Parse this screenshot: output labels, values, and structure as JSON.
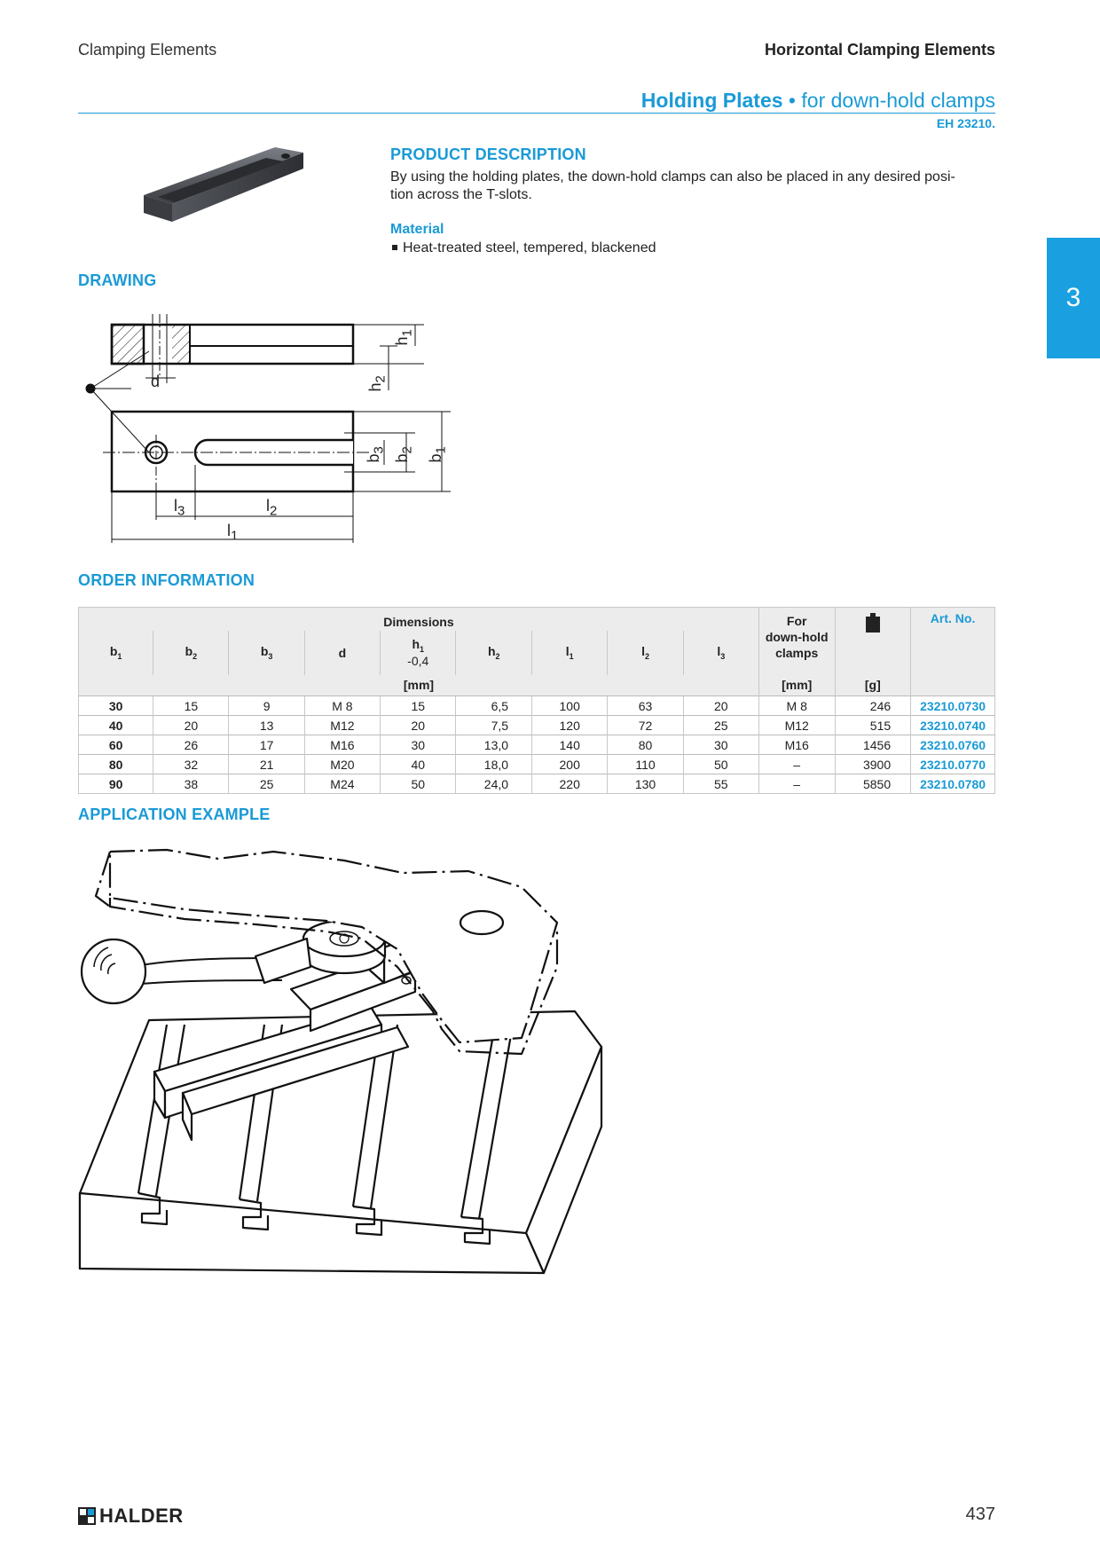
{
  "header": {
    "left": "Clamping Elements",
    "right": "Horizontal Clamping Elements"
  },
  "title": {
    "main": "Holding Plates",
    "bullet": " • ",
    "sub": "for down-hold clamps",
    "code": "EH 23210."
  },
  "tab_number": "3",
  "product_description": {
    "heading": "PRODUCT DESCRIPTION",
    "text_line1": "By using the holding plates, the down-hold clamps can also be placed in any desired posi-",
    "text_line2": "tion across the T-slots.",
    "material_heading": "Material",
    "material_item": "Heat-treated steel, tempered, blackened"
  },
  "drawing": {
    "heading": "DRAWING",
    "labels": {
      "h1": "h",
      "h2": "h",
      "d": "d",
      "b1": "b",
      "b2": "b",
      "b3": "b",
      "l1": "l",
      "l2": "l",
      "l3": "l"
    },
    "subs": {
      "one": "1",
      "two": "2",
      "three": "3"
    }
  },
  "order": {
    "heading": "ORDER INFORMATION",
    "group_header": "Dimensions",
    "columns": {
      "b1": "b",
      "b2": "b",
      "b3": "b",
      "d": "d",
      "h1": "h",
      "h1_tol": "-0,4",
      "h2": "h",
      "l1": "l",
      "l2": "l",
      "l3": "l",
      "for_line1": "For",
      "for_line2": "down-hold",
      "for_line3": "clamps",
      "art": "Art. No."
    },
    "subs": {
      "one": "1",
      "two": "2",
      "three": "3"
    },
    "units": {
      "dims": "[mm]",
      "for": "[mm]",
      "weight": "[g]"
    },
    "rows": [
      [
        "30",
        "15",
        "9",
        "M 8",
        "15",
        "6,5",
        "100",
        "63",
        "20",
        "M 8",
        "246",
        "23210.0730"
      ],
      [
        "40",
        "20",
        "13",
        "M12",
        "20",
        "7,5",
        "120",
        "72",
        "25",
        "M12",
        "515",
        "23210.0740"
      ],
      [
        "60",
        "26",
        "17",
        "M16",
        "30",
        "13,0",
        "140",
        "80",
        "30",
        "M16",
        "1456",
        "23210.0760"
      ],
      [
        "80",
        "32",
        "21",
        "M20",
        "40",
        "18,0",
        "200",
        "110",
        "50",
        "–",
        "3900",
        "23210.0770"
      ],
      [
        "90",
        "38",
        "25",
        "M24",
        "50",
        "24,0",
        "220",
        "130",
        "55",
        "–",
        "5850",
        "23210.0780"
      ]
    ]
  },
  "application": {
    "heading": "APPLICATION EXAMPLE"
  },
  "footer": {
    "brand": "HALDER",
    "page": "437"
  }
}
